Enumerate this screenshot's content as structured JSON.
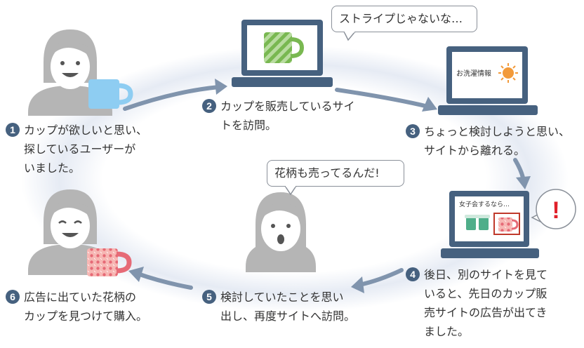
{
  "steps": [
    {
      "number": "1",
      "lines": [
        "カップが欲しいと思い、",
        "探しているユーザーが",
        "いました。"
      ]
    },
    {
      "number": "2",
      "lines": [
        "カップを販売しているサイ",
        "トを訪問。"
      ]
    },
    {
      "number": "3",
      "lines": [
        "ちょっと検討しようと思い、",
        "サイトから離れる。"
      ]
    },
    {
      "number": "4",
      "lines": [
        "後日、別のサイトを見て",
        "いると、先日のカップ販",
        "売サイトの広告が出てき",
        "ました。"
      ]
    },
    {
      "number": "5",
      "lines": [
        "検討していたことを思い",
        "出し、再度サイトへ訪問。"
      ]
    },
    {
      "number": "6",
      "lines": [
        "広告に出ていた花柄の",
        "カップを見つけて購入。"
      ]
    }
  ],
  "bubbles": {
    "stripe": "ストライプじゃないな…",
    "flower": "花柄も売ってるんだ!"
  },
  "screens": {
    "laundry": "お洗濯情報",
    "girls_party": "女子会するなら…"
  },
  "alert_mark": "!",
  "colors": {
    "accent": "#46617f",
    "arrow": "#8094ad",
    "person": "#b5b5b5",
    "cup_blue": "#8ecdf2",
    "alert": "#e0202a"
  }
}
